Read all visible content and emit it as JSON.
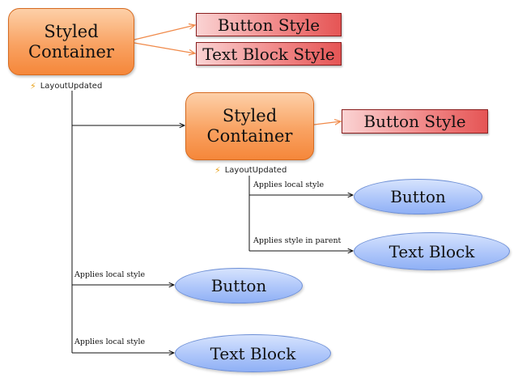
{
  "nodes": {
    "styled_container_root": {
      "label": "Styled\nContainer"
    },
    "root_button_style": {
      "label": "Button Style"
    },
    "root_textblock_style": {
      "label": "Text Block Style"
    },
    "styled_container_child": {
      "label": "Styled\nContainer"
    },
    "child_button_style": {
      "label": "Button Style"
    },
    "child_button": {
      "label": "Button"
    },
    "child_textblock": {
      "label": "Text Block"
    },
    "root_button": {
      "label": "Button"
    },
    "root_textblock": {
      "label": "Text Block"
    }
  },
  "events": {
    "root_layout_updated": "LayoutUpdated",
    "child_layout_updated": "LayoutUpdated"
  },
  "edge_labels": {
    "child_button": "Applies local style",
    "child_textblock": "Applies style in parent",
    "root_button": "Applies local style",
    "root_textblock": "Applies local style"
  },
  "colors": {
    "container_fill": "#f9a262",
    "style_fill": "#f18a8a",
    "control_fill": "#aec6fa",
    "style_arrow": "#f08a4a",
    "connector": "#111111"
  }
}
